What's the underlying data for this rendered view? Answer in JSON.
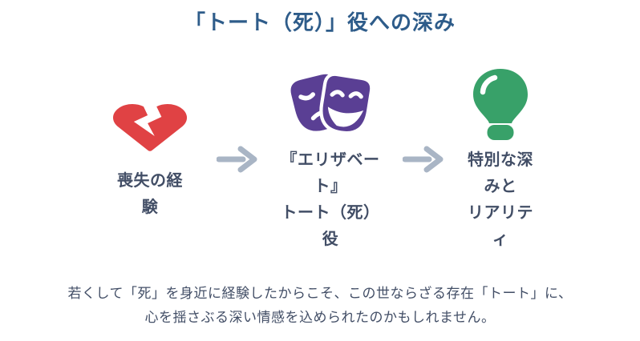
{
  "title": "「トート（死）」役への深み",
  "colors": {
    "title_text": "#2e5c8a",
    "body_text": "#424e66",
    "arrow": "#a9b5c5",
    "heart_red": "#e04244",
    "masks_purple": "#5a3f94",
    "bulb_green": "#38a169",
    "icon_cutout": "#ffffff"
  },
  "flow": {
    "steps": [
      {
        "icon": "broken-heart-icon",
        "label": "喪失の経験",
        "label_lines": [
          "喪失の経",
          "験"
        ]
      },
      {
        "icon": "theater-masks-icon",
        "label": "『エリザベート』トート（死）役",
        "label_lines": [
          "『エリザベー",
          "ト』",
          "トート（死）",
          "役"
        ]
      },
      {
        "icon": "lightbulb-icon",
        "label": "特別な深みとリアリティ",
        "label_lines": [
          "特別な深",
          "みと",
          "リアリテ",
          "ィ"
        ]
      }
    ]
  },
  "caption_lines": [
    "若くして「死」を身近に経験したからこそ、この世ならざる存在「トート」に、",
    "心を揺さぶる深い情感を込められたのかもしれません。"
  ]
}
